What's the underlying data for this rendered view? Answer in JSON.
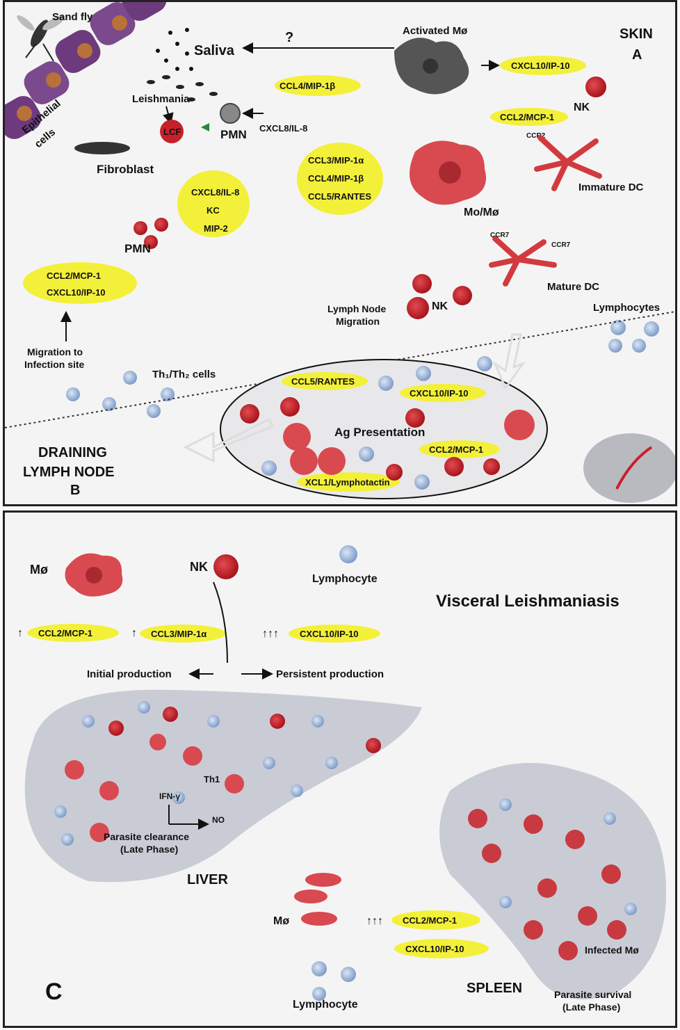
{
  "panelA": {
    "section_label": "SKIN",
    "section_letter": "A",
    "lymph_label_1": "DRAINING",
    "lymph_label_2": "LYMPH NODE",
    "lymph_letter": "B",
    "cells": {
      "sand_fly": "Sand fly",
      "epithelial": "Epithelial",
      "epithelial2": "cells",
      "saliva": "Saliva",
      "question": "?",
      "leishmania": "Leishmania",
      "lcf": "LCF",
      "pmn": "PMN",
      "fibroblast": "Fibroblast",
      "pmn2": "PMN",
      "activated_mo": "Activated Mø",
      "nk": "NK",
      "ccr2": "CCR2",
      "immature_dc": "Immature DC",
      "momo": "Mo/Mø",
      "ccr7a": "CCR7",
      "ccr7b": "CCR7",
      "mature_dc": "Mature DC",
      "lymph_node_migration_1": "Lymph Node",
      "lymph_node_migration_2": "Migration",
      "nk2": "NK",
      "lymphocytes": "Lymphocytes",
      "migration_1": "Migration to",
      "migration_2": "Infection site",
      "th_cells": "Th₁/Th₂ cells",
      "ag_presentation": "Ag Presentation"
    },
    "chemokines": {
      "ccl4_top": "CCL4/MIP-1β",
      "cxcl8_il8": "CXCL8/IL-8",
      "cxcl10_skin": "CXCL10/IP-10",
      "ccl2_skin": "CCL2/MCP-1",
      "ccl3": "CCL3/MIP-1α",
      "ccl4": "CCL4/MIP-1β",
      "ccl5": "CCL5/RANTES",
      "cxcl8": "CXCL8/IL-8",
      "kc": "KC",
      "mip2": "MIP-2",
      "ccl2_mig": "CCL2/MCP-1",
      "cxcl10_mig": "CXCL10/IP-10",
      "ccl5_ln": "CCL5/RANTES",
      "cxcl10_ln": "CXCL10/IP-10",
      "ccl2_ln": "CCL2/MCP-1",
      "xcl1": "XCL1/Lymphotactin"
    }
  },
  "panelC": {
    "title": "Visceral Leishmaniasis",
    "letter": "C",
    "mo": "Mø",
    "nk": "NK",
    "lymphocyte_top": "Lymphocyte",
    "up1": "↑",
    "ccl2": "CCL2/MCP-1",
    "up2": "↑",
    "ccl3": "CCL3/MIP-1α",
    "up3": "↑↑↑",
    "cxcl10": "CXCL10/IP-10",
    "initial": "Initial production",
    "persistent": "Persistent production",
    "th1": "Th1",
    "ifn": "IFN-γ",
    "no": "NO",
    "clearance_1": "Parasite clearance",
    "clearance_2": "(Late Phase)",
    "liver": "LIVER",
    "mo2": "Mø",
    "up4": "↑↑↑",
    "ccl2_sp": "CCL2/MCP-1",
    "cxcl10_sp": "CXCL10/IP-10",
    "lymphocyte_bottom": "Lymphocyte",
    "spleen": "SPLEEN",
    "infected": "Infected Mø",
    "survival_1": "Parasite survival",
    "survival_2": "(Late Phase)"
  },
  "colors": {
    "chemokine_fill": "#f3f03a",
    "macrophage": "#d84a50",
    "nk": "#c8202a",
    "lymphocyte": "#9fb8dc",
    "organ": "#c9ccd4"
  }
}
